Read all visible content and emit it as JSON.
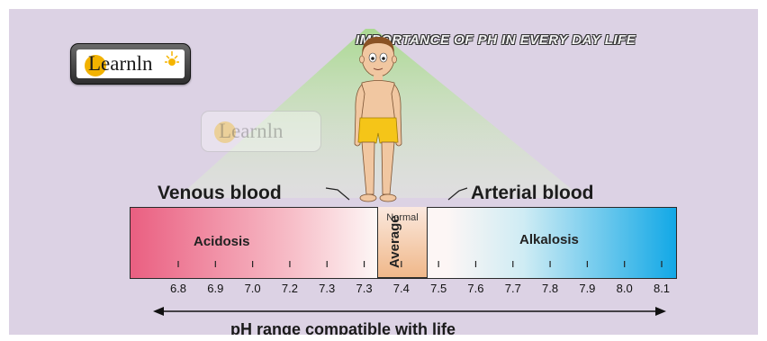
{
  "header": {
    "title": "IMPORTANCE OF PH IN EVERY DAY LIFE"
  },
  "logo": {
    "brand": "Learnln"
  },
  "diagram": {
    "labels": {
      "venous": "Venous blood",
      "arterial": "Arterial blood",
      "acidosis": "Acidosis",
      "alkalosis": "Alkalosis",
      "normal": "Normal",
      "average": "Average"
    },
    "ticks": [
      "6.8",
      "6.9",
      "7.0",
      "7.2",
      "7.3",
      "7.3",
      "7.4",
      "7.5",
      "7.6",
      "7.7",
      "7.8",
      "7.9",
      "8.0",
      "8.1"
    ],
    "bottom_label": "pH range compatible with life",
    "colors": {
      "acid": "#ea5f81",
      "alkaline": "#12a8e6",
      "background": "#dcd2e4",
      "spotlight": "#b8e1a6"
    }
  }
}
